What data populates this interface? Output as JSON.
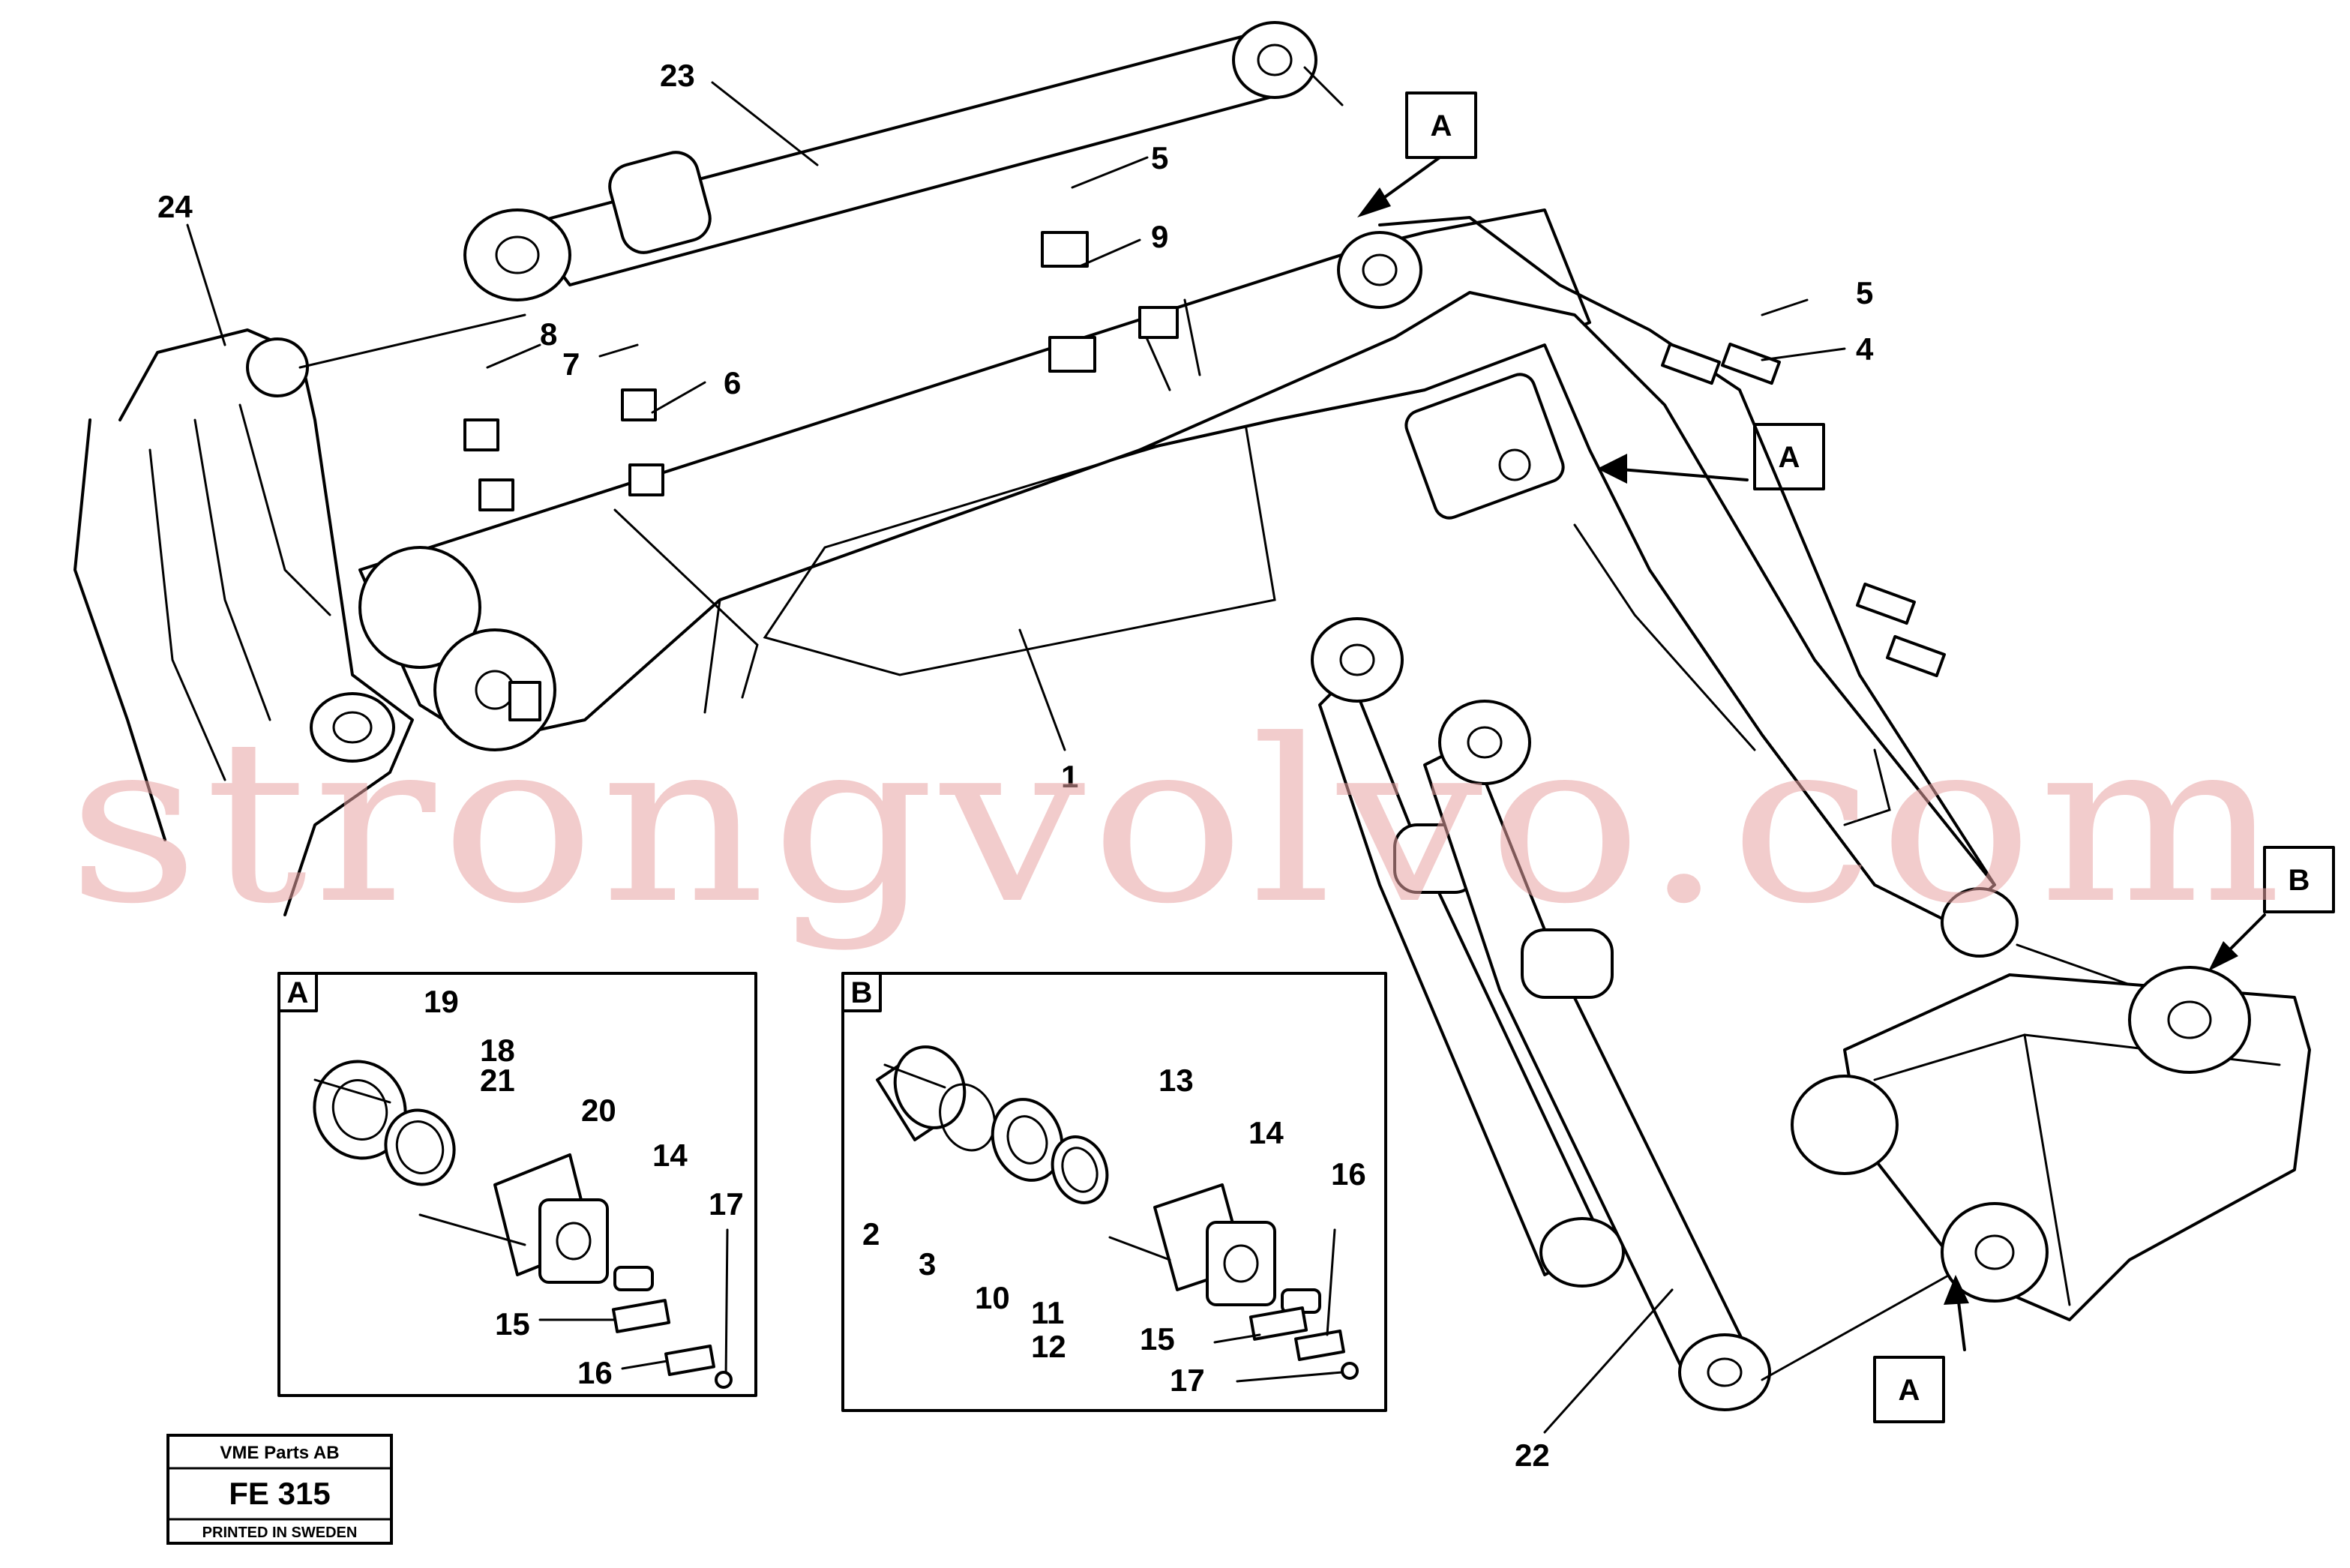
{
  "diagram": {
    "callouts": [
      "1",
      "2",
      "3",
      "4",
      "5",
      "5",
      "6",
      "7",
      "8",
      "9",
      "10",
      "11",
      "12",
      "13",
      "14",
      "14",
      "15",
      "15",
      "16",
      "16",
      "17",
      "17",
      "18",
      "19",
      "20",
      "21",
      "22",
      "23",
      "24"
    ],
    "view_labels": [
      "A",
      "A",
      "A",
      "B"
    ],
    "detail_a_label": "A",
    "detail_b_label": "B"
  },
  "stamp": {
    "company": "VME Parts AB",
    "code": "FE 315",
    "printed": "PRINTED IN SWEDEN"
  },
  "watermark": "strongvolvo.com"
}
